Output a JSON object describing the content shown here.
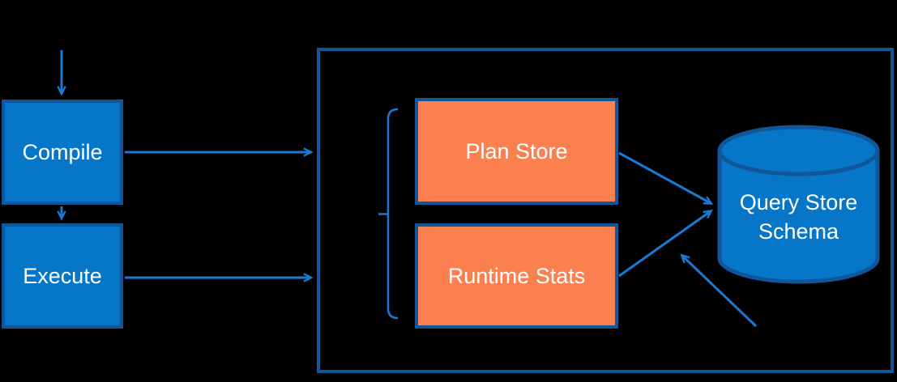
{
  "diagram": {
    "nodes": {
      "compile": {
        "label": "Compile"
      },
      "execute": {
        "label": "Execute"
      },
      "plan_store": {
        "label": "Plan Store"
      },
      "runtime_stats": {
        "label": "Runtime Stats"
      },
      "query_store_schema": {
        "label": "Query Store Schema"
      }
    },
    "connections": [
      "external-top to compile",
      "compile to execute",
      "compile to container",
      "execute to container",
      "plan-store to query-store-schema",
      "runtime-stats to query-store-schema",
      "external-bottom to query-store-schema"
    ],
    "colors": {
      "background": "#000000",
      "box_fill_blue": "#0677c8",
      "box_border": "#10569a",
      "orange_fill": "#fb8050",
      "arrow_blue": "#1a79d2",
      "text": "#ffffff"
    }
  }
}
